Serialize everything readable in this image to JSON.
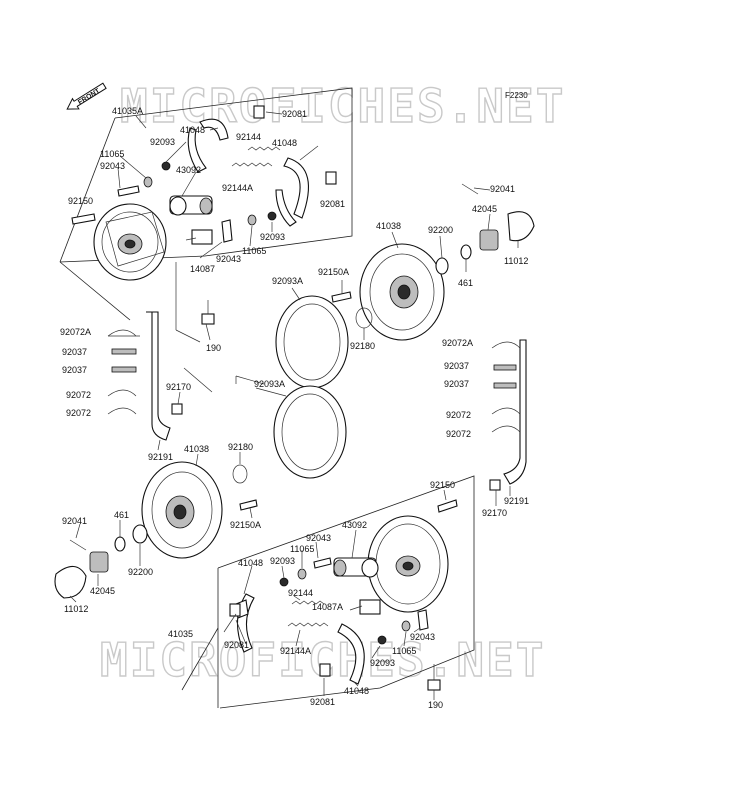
{
  "diagram_code": "F2230",
  "watermark": "MICROFICHES.NET",
  "front_arrow": "FRONT",
  "labels": {
    "l41035A": "41035A",
    "l92081_top": "92081",
    "l41048_a": "41048",
    "l92093_a": "92093",
    "l92144_a": "92144",
    "l41048_b": "41048",
    "l11065_a": "11065",
    "l92043_a": "92043",
    "l43092_a": "43092",
    "l92144A_a": "92144A",
    "l92150_a": "92150",
    "l92081_b": "92081",
    "l92093_b": "92093",
    "l14087": "14087",
    "l92043_b": "92043",
    "l11065_b": "11065",
    "l92041_a": "92041",
    "l42045_a": "42045",
    "l11012_a": "11012",
    "l41038_a": "41038",
    "l92200_a": "92200",
    "l461_a": "461",
    "l92150A_a": "92150A",
    "l92093A_a": "92093A",
    "l92180_a": "92180",
    "l190_a": "190",
    "l92072A_l": "92072A",
    "l92037_l1": "92037",
    "l92037_l2": "92037",
    "l92072_l1": "92072",
    "l92072_l2": "92072",
    "l92170_a": "92170",
    "l92191_a": "92191",
    "l92093A_b": "92093A",
    "l41038_b": "41038",
    "l92180_b": "92180",
    "l92150A_b": "92150A",
    "l92072A_r": "92072A",
    "l92037_r1": "92037",
    "l92037_r2": "92037",
    "l92072_r1": "92072",
    "l92072_r2": "92072",
    "l92150_b": "92150",
    "l92191_b": "92191",
    "l92170_b": "92170",
    "l92041_b": "92041",
    "l461_b": "461",
    "l42045_b": "42045",
    "l92200_b": "92200",
    "l11012_b": "11012",
    "l43092_b": "43092",
    "l92043_c": "92043",
    "l11065_c": "11065",
    "l41048_c": "41048",
    "l92093_c": "92093",
    "l92144_b": "92144",
    "l14087A": "14087A",
    "l41035": "41035",
    "l92081_c": "92081",
    "l92144A_b": "92144A",
    "l92043_d": "92043",
    "l11065_d": "11065",
    "l92093_d": "92093",
    "l41048_d": "41048",
    "l92081_d": "92081",
    "l190_b": "190"
  }
}
